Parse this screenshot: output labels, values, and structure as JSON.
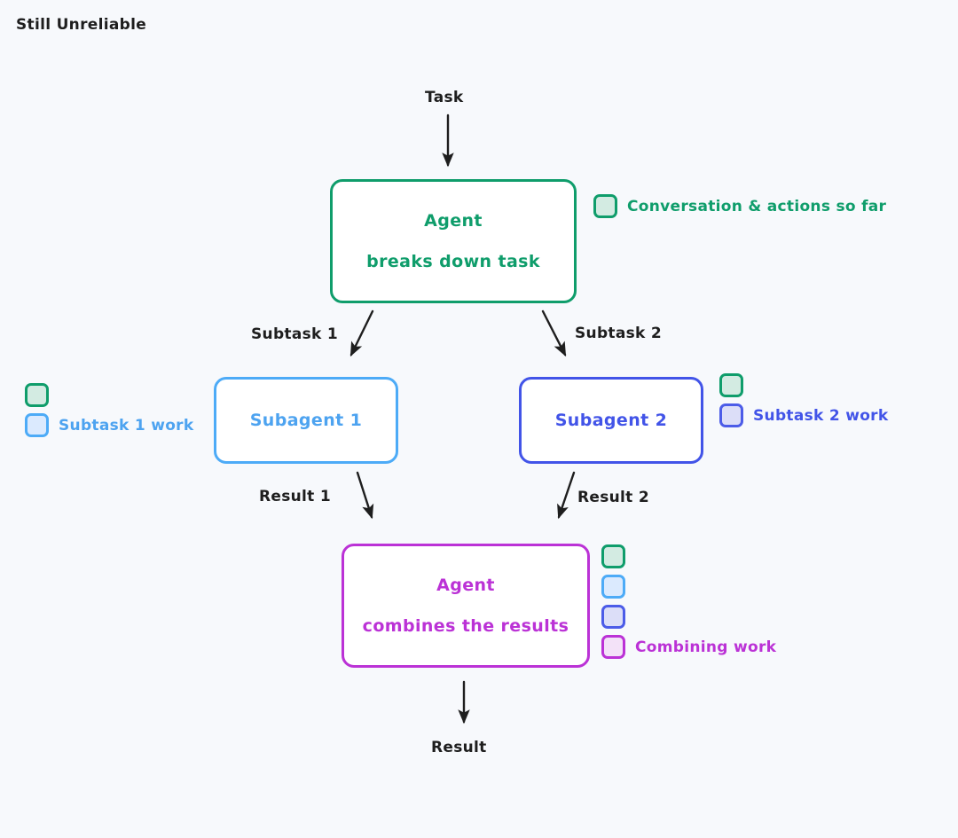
{
  "title": "Still Unreliable",
  "background_color": "#f7f9fc",
  "colors": {
    "green": "#0f9d6b",
    "green_fill": "#d3ebe2",
    "blue": "#4dabf7",
    "blue_fill": "#dbeafe",
    "indigo": "#4254e8",
    "indigo_fill": "#dcdef8",
    "purple": "#bb32d6",
    "purple_fill": "#f3e2f8",
    "text": "#1e1e1e"
  },
  "nodes": {
    "orchestrator": {
      "line1": "Agent",
      "line2": "breaks down task"
    },
    "subagent_1": {
      "line1": "Subagent 1"
    },
    "subagent_2": {
      "line1": "Subagent 2"
    },
    "combiner": {
      "line1": "Agent",
      "line2": "combines the results"
    }
  },
  "edges": {
    "task": "Task",
    "subtask_1": "Subtask 1",
    "subtask_2": "Subtask 2",
    "result_1": "Result 1",
    "result_2": "Result 2",
    "result": "Result"
  },
  "legends": {
    "orchestrator": [
      {
        "swatch": "green",
        "label": "Conversation & actions so far"
      }
    ],
    "subagent_1": [
      {
        "swatch": "green",
        "label": ""
      },
      {
        "swatch": "blue",
        "label": "Subtask 1 work"
      }
    ],
    "subagent_2": [
      {
        "swatch": "green",
        "label": ""
      },
      {
        "swatch": "indigo",
        "label": "Subtask 2 work"
      }
    ],
    "combiner": [
      {
        "swatch": "green",
        "label": ""
      },
      {
        "swatch": "blue",
        "label": ""
      },
      {
        "swatch": "indigo",
        "label": ""
      },
      {
        "swatch": "purple",
        "label": "Combining work"
      }
    ]
  }
}
